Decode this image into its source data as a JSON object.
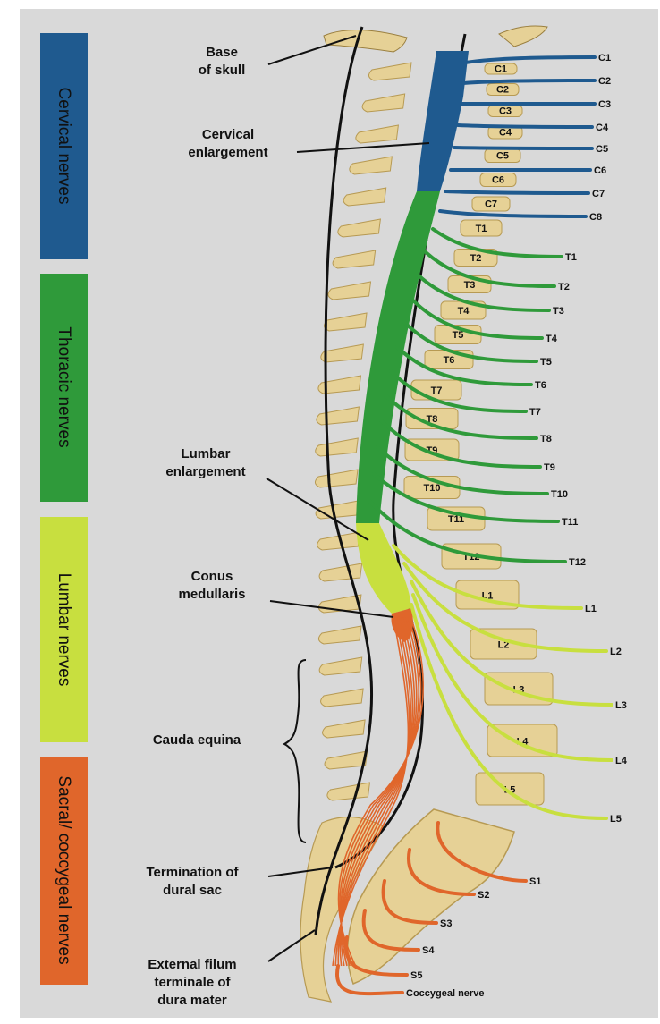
{
  "colors": {
    "background": "#d9d9d9",
    "cervical": "#1f5a8f",
    "thoracic": "#2f9a3a",
    "lumbar": "#c8df3f",
    "sacral": "#e0662b",
    "bone": "#e6d196",
    "bone_edge": "#b79a53"
  },
  "bands": [
    {
      "label": "Cervical nerves",
      "color": "#1f5a8f"
    },
    {
      "label": "Thoracic nerves",
      "color": "#2f9a3a"
    },
    {
      "label": "Lumbar nerves",
      "color": "#c8df3f"
    },
    {
      "label": "Sacral/ coccygeal nerves",
      "color": "#e0662b"
    }
  ],
  "callouts": {
    "base_skull": [
      "Base",
      "of skull"
    ],
    "cervical_enl": [
      "Cervical",
      "enlargement"
    ],
    "lumbar_enl": [
      "Lumbar",
      "enlargement"
    ],
    "conus": [
      "Conus",
      "medullaris"
    ],
    "cauda": [
      "Cauda equina"
    ],
    "termination": [
      "Termination of",
      "dural sac"
    ],
    "filum": [
      "External filum",
      "terminale of",
      "dura mater"
    ]
  },
  "vertebrae": [
    "C1",
    "C2",
    "C3",
    "C4",
    "C5",
    "C6",
    "C7",
    "T1",
    "T2",
    "T3",
    "T4",
    "T5",
    "T6",
    "T7",
    "T8",
    "T9",
    "T10",
    "T11",
    "T12",
    "L1",
    "L2",
    "L3",
    "L4",
    "L5"
  ],
  "nerves": [
    "C1",
    "C2",
    "C3",
    "C4",
    "C5",
    "C6",
    "C7",
    "C8",
    "T1",
    "T2",
    "T3",
    "T4",
    "T5",
    "T6",
    "T7",
    "T8",
    "T9",
    "T10",
    "T11",
    "T12",
    "L1",
    "L2",
    "L3",
    "L4",
    "L5",
    "S1",
    "S2",
    "S3",
    "S4",
    "S5",
    "Coccygeal nerve"
  ]
}
